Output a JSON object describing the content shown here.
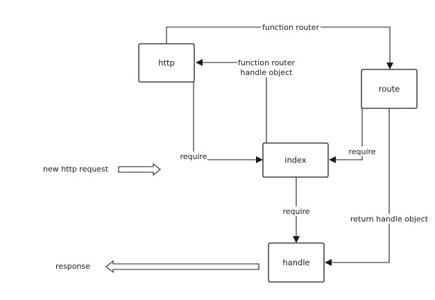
{
  "nodes": {
    "http": "http",
    "route": "route",
    "index": "index",
    "handle": "handle"
  },
  "edges": {
    "http_to_route": "function router",
    "index_to_http_line1": "function router",
    "index_to_http_line2": "handle object",
    "http_to_index": "require",
    "route_to_index": "require",
    "index_to_handle": "require",
    "route_to_handle": "return handle object"
  },
  "flows": {
    "input": "new http request",
    "output": "response"
  },
  "colors": {
    "stroke": "#1a1a1a",
    "background": "#ffffff"
  }
}
